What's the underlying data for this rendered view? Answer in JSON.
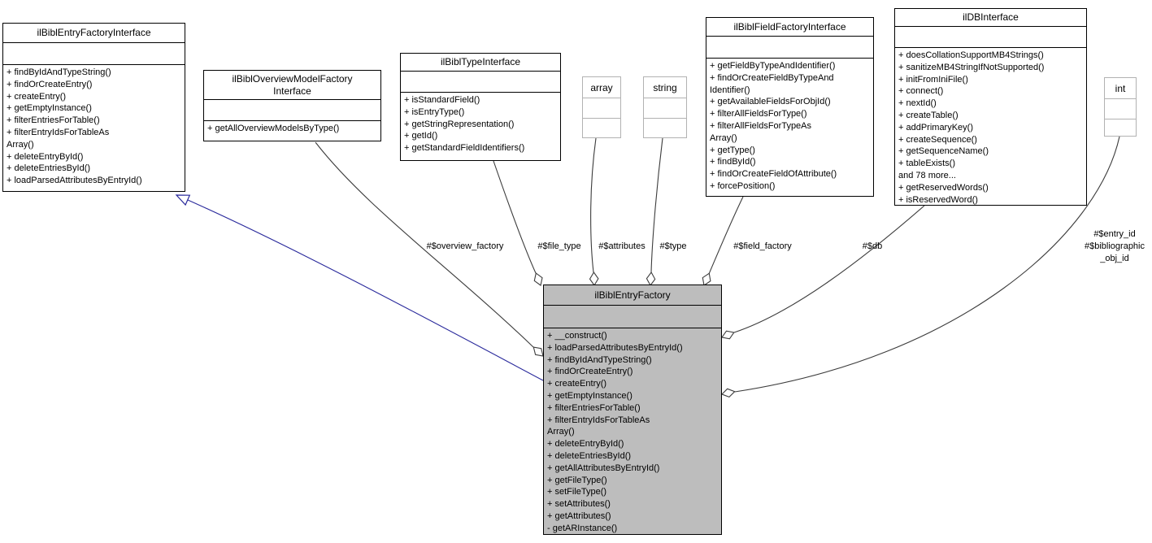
{
  "classes": {
    "entryFactoryInterface": {
      "title": "ilBiblEntryFactoryInterface",
      "methods": [
        "+ findByIdAndTypeString()",
        "+ findOrCreateEntry()",
        "+ createEntry()",
        "+ getEmptyInstance()",
        "+ filterEntriesForTable()",
        "+ filterEntryIdsForTableAs",
        "Array()",
        "+ deleteEntryById()",
        "+ deleteEntriesById()",
        "+ loadParsedAttributesByEntryId()"
      ]
    },
    "overviewModelFactoryInterface": {
      "title": "ilBiblOverviewModelFactory\nInterface",
      "methods": [
        "+ getAllOverviewModelsByType()"
      ]
    },
    "typeInterface": {
      "title": "ilBiblTypeInterface",
      "methods": [
        "+ isStandardField()",
        "+ isEntryType()",
        "+ getStringRepresentation()",
        "+ getId()",
        "+ getStandardFieldIdentifiers()"
      ]
    },
    "array": {
      "title": "array"
    },
    "string": {
      "title": "string"
    },
    "int": {
      "title": "int"
    },
    "fieldFactoryInterface": {
      "title": "ilBiblFieldFactoryInterface",
      "methods": [
        "+ getFieldByTypeAndIdentifier()",
        "+ findOrCreateFieldByTypeAnd",
        "Identifier()",
        "+ getAvailableFieldsForObjId()",
        "+ filterAllFieldsForType()",
        "+ filterAllFieldsForTypeAs",
        "Array()",
        "+ getType()",
        "+ findById()",
        "+ findOrCreateFieldOfAttribute()",
        "+ forcePosition()"
      ]
    },
    "dbInterface": {
      "title": "ilDBInterface",
      "methods": [
        "+ doesCollationSupportMB4Strings()",
        "+ sanitizeMB4StringIfNotSupported()",
        "+ initFromIniFile()",
        "+ connect()",
        "+ nextId()",
        "+ createTable()",
        "+ addPrimaryKey()",
        "+ createSequence()",
        "+ getSequenceName()",
        "+ tableExists()",
        "and 78 more...",
        "+ getReservedWords()",
        "+ isReservedWord()"
      ]
    },
    "entryFactory": {
      "title": "ilBiblEntryFactory",
      "methods": [
        "+ __construct()",
        "+ loadParsedAttributesByEntryId()",
        "+ findByIdAndTypeString()",
        "+ findOrCreateEntry()",
        "+ createEntry()",
        "+ getEmptyInstance()",
        "+ filterEntriesForTable()",
        "+ filterEntryIdsForTableAs",
        "Array()",
        "+ deleteEntryById()",
        "+ deleteEntriesById()",
        "+ getAllAttributesByEntryId()",
        "+ getFileType()",
        "+ setFileType()",
        "+ setAttributes()",
        "+ getAttributes()",
        "- getARInstance()"
      ]
    }
  },
  "edge_labels": {
    "overview_factory": "#$overview_factory",
    "file_type": "#$file_type",
    "attributes": "#$attributes",
    "type": "#$type",
    "field_factory": "#$field_factory",
    "db": "#$db",
    "entry_id": "#$entry_id\n#$bibliographic\n_obj_id"
  },
  "colors": {
    "center_node_fill": "#bdbdbd",
    "usage_edge": "#3c3c3c",
    "inheritance_edge": "#2a2a9c"
  }
}
